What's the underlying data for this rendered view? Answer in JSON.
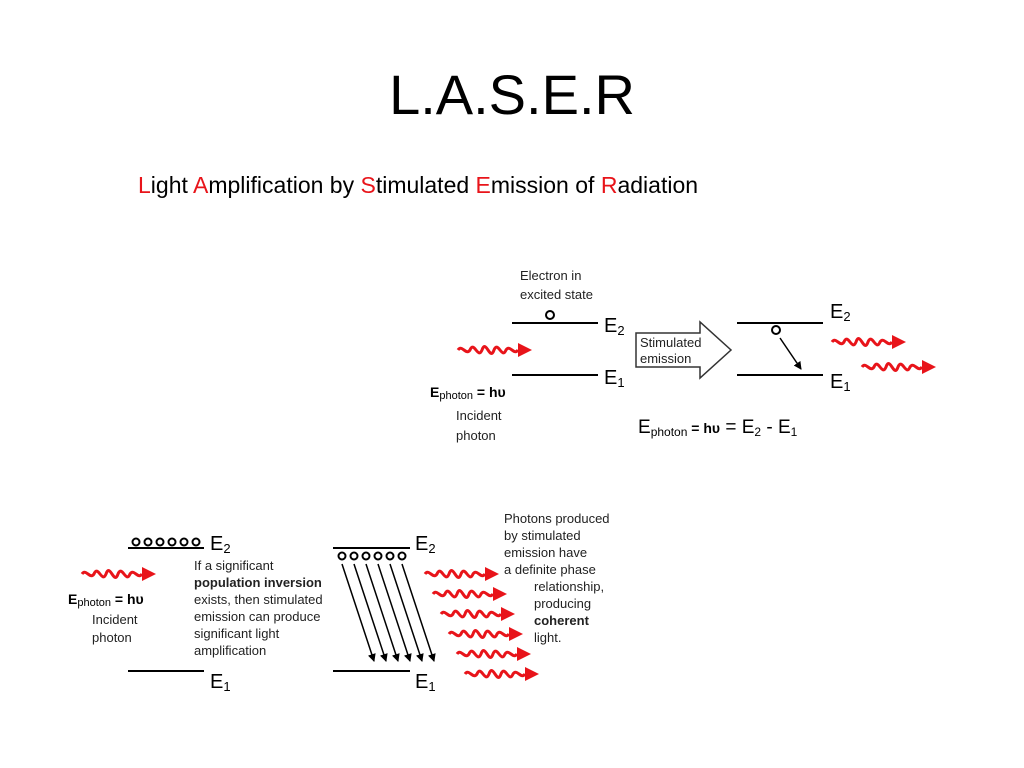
{
  "title": "L.A.S.E.R",
  "subtitle": {
    "light_l": "L",
    "light_rest": "ight ",
    "amp_a": "A",
    "amp_rest": "mplification by ",
    "stim_s": "S",
    "stim_rest": "timulated ",
    "emis_e": "E",
    "emis_rest": "mission of ",
    "rad_r": "R",
    "rad_rest": "adiation"
  },
  "colors": {
    "accent": "#e8141a",
    "text": "#000000",
    "wave": "#e8141a"
  },
  "top_diagram": {
    "electron_label_1": "Electron in",
    "electron_label_2": "excited state",
    "e2_letter": "E",
    "e2_sub": "2",
    "e1_letter": "E",
    "e1_sub": "1",
    "arrow_line1": "Stimulated",
    "arrow_line2": "emission",
    "ephoton_E": "E",
    "ephoton_sub": "photon",
    "ephoton_rest": " = hυ",
    "incident_1": "Incident",
    "incident_2": "photon",
    "eq_E": "E",
    "eq_sub": "photon",
    "eq_hv": " = hυ",
    "eq_eq": "  = E",
    "eq_2": "2",
    "eq_minus": "  -  E",
    "eq_1": "1"
  },
  "bottom_diagram": {
    "e2_letter": "E",
    "e2_sub": "2",
    "e1_letter": "E",
    "e1_sub": "1",
    "ephoton_E": "E",
    "ephoton_sub": "photon",
    "ephoton_rest": " = hυ",
    "incident_1": "Incident",
    "incident_2": "photon",
    "inv_1": "If a significant",
    "inv_2": "population inversion",
    "inv_3": "exists, then stimulated",
    "inv_4": "emission can produce",
    "inv_5": "significant light",
    "inv_6": "amplification",
    "coh_1": "Photons produced",
    "coh_2": "by stimulated",
    "coh_3": "emission have",
    "coh_4": "a definite phase",
    "coh_5": "relationship,",
    "coh_6": "producing",
    "coh_7": "coherent",
    "coh_8": "light."
  }
}
